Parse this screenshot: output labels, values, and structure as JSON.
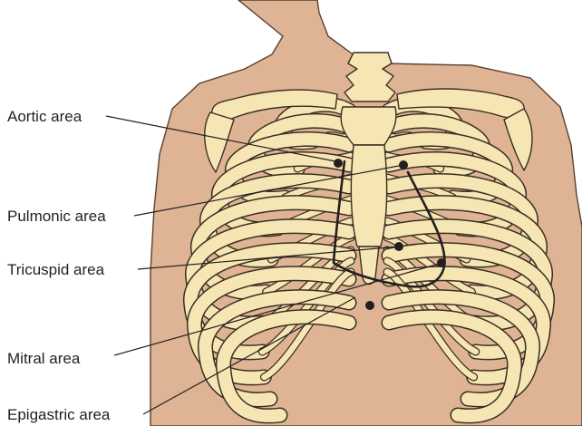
{
  "labels": {
    "aortic": "Aortic area",
    "pulmonic": "Pulmonic area",
    "tricuspid": "Tricuspid area",
    "mitral": "Mitral area",
    "epigastric": "Epigastric area"
  },
  "colors": {
    "skin": "#deb495",
    "bone": "#f6e6b4",
    "outline": "#3b2f22",
    "ink": "#231f20",
    "background": "#ffffff"
  }
}
